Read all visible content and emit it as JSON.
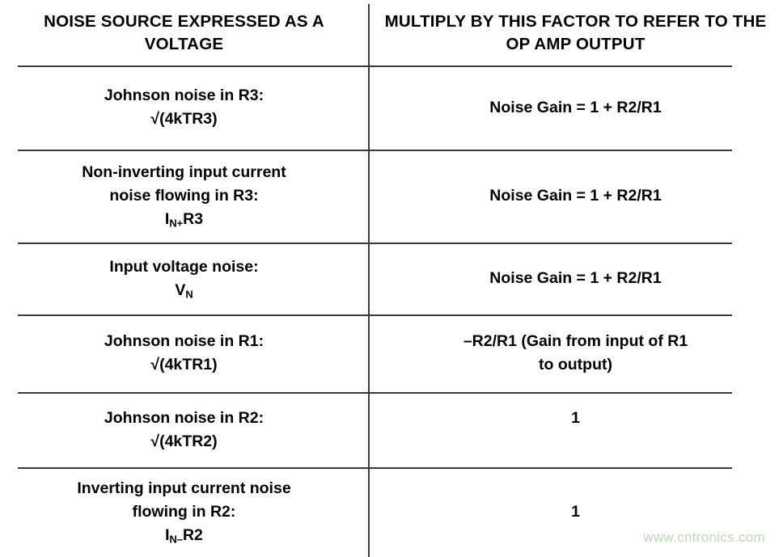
{
  "table": {
    "headers": [
      {
        "line1": "NOISE SOURCE EXPRESSED AS",
        "line2": "A VOLTAGE"
      },
      {
        "line1": "MULTIPLY BY THIS FACTOR TO",
        "line2": "REFER TO THE OP AMP OUTPUT"
      }
    ],
    "rows": [
      {
        "source_line1": "Johnson noise in R3:",
        "source_line2": "√(4kTR3)",
        "source_line3": "",
        "factor_line1": "Noise Gain = 1 + R2/R1",
        "factor_line2": ""
      },
      {
        "source_line1": "Non-inverting input current",
        "source_line2": "noise flowing in R3:",
        "source_line3": "I",
        "source_line3_sub": "N+",
        "source_line3_tail": "R3",
        "factor_line1": "Noise Gain = 1 + R2/R1",
        "factor_line2": ""
      },
      {
        "source_line1": "Input voltage noise:",
        "source_line2": "V",
        "source_line2_sub": "N",
        "source_line3": "",
        "factor_line1": "Noise Gain = 1 + R2/R1",
        "factor_line2": ""
      },
      {
        "source_line1": "Johnson noise in R1:",
        "source_line2": "√(4kTR1)",
        "source_line3": "",
        "factor_line1": "–R2/R1 (Gain from input of R1",
        "factor_line2": "to output)"
      },
      {
        "source_line1": "Johnson noise in R2:",
        "source_line2": "√(4kTR2)",
        "source_line3": "",
        "factor_line1": "1",
        "factor_line2": ""
      },
      {
        "source_line1": "Inverting input current noise",
        "source_line2": "flowing in R2:",
        "source_line3": "I",
        "source_line3_sub": "N–",
        "source_line3_tail": "R2",
        "factor_line1": "1",
        "factor_line2": ""
      }
    ]
  },
  "watermark": {
    "text": "www.cntronics.com",
    "color": "#bcdcb4"
  },
  "style": {
    "rule_color": "#3a3a3a",
    "text_color": "#000000",
    "background": "#ffffff"
  }
}
